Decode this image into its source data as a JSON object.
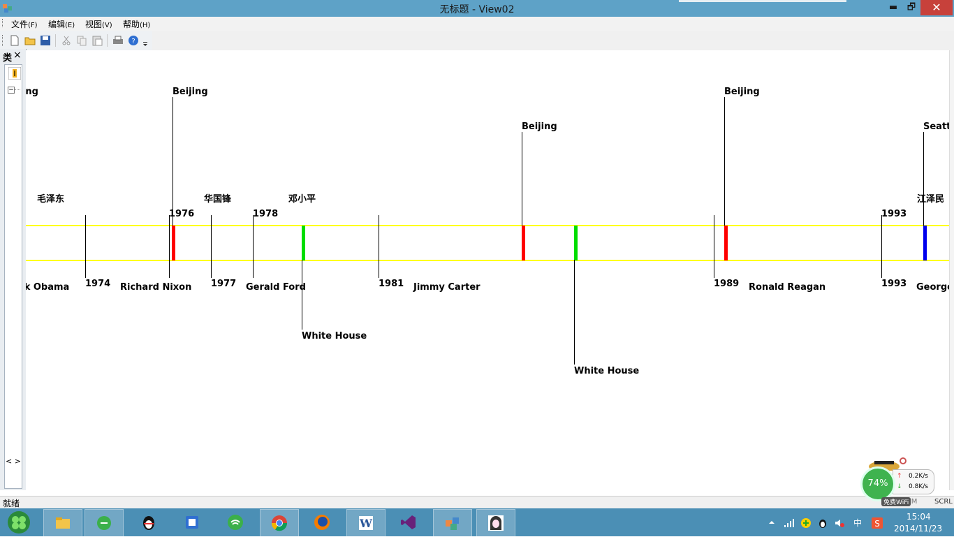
{
  "window": {
    "title": "无标题 - View02",
    "minimize": "▬",
    "maximize": "🗗",
    "close": "✕"
  },
  "menu": [
    {
      "label": "文件",
      "hotkey": "(F)"
    },
    {
      "label": "编辑",
      "hotkey": "(E)"
    },
    {
      "label": "视图",
      "hotkey": "(V)"
    },
    {
      "label": "帮助",
      "hotkey": "(H)"
    }
  ],
  "toolbar": {
    "icons": [
      "new-file-icon",
      "open-folder-icon",
      "save-icon",
      "cut-icon",
      "copy-icon",
      "paste-icon",
      "print-icon",
      "help-icon",
      "overflow-chevron-icon"
    ]
  },
  "side_pane": {
    "title": "类",
    "close": "×",
    "scroll": "< >"
  },
  "timeline": {
    "top_places": [
      "ijing",
      "Beijing",
      "Beijing",
      "Beijing",
      "Seattl"
    ],
    "leaders": [
      "毛泽东",
      "华国锋",
      "邓小平",
      "江泽民"
    ],
    "years_top": [
      "1976",
      "1978",
      "1993"
    ],
    "years_bottom": [
      "1974",
      "1977",
      "1981",
      "1989",
      "1993"
    ],
    "presidents": [
      "ck Obama",
      "Richard Nixon",
      "Gerald Ford",
      "Jimmy Carter",
      "Ronald Reagan",
      "George"
    ],
    "venues": [
      "White House",
      "White House"
    ],
    "colors": {
      "band": "#ffff00",
      "beijing": "#ff0000",
      "white_house": "#00dd00",
      "seattle": "#0000ff"
    }
  },
  "status": {
    "text": "就绪",
    "num": "NUM",
    "scrl": "SCRL"
  },
  "network": {
    "percent": "74%",
    "up": "0.2K/s",
    "down": "0.8K/s",
    "wifi": "免费WiFi"
  },
  "taskbar": {
    "apps": [
      "clover-icon",
      "file-explorer-icon",
      "ie-green-icon",
      "qq-penguin-icon",
      "video-icon",
      "wifi-icon",
      "chrome-icon",
      "firefox-icon",
      "word-icon",
      "visual-studio-icon",
      "mfc-app-icon",
      "anime-avatar-icon"
    ],
    "time": "15:04",
    "date": "2014/11/23",
    "ime": "中"
  }
}
